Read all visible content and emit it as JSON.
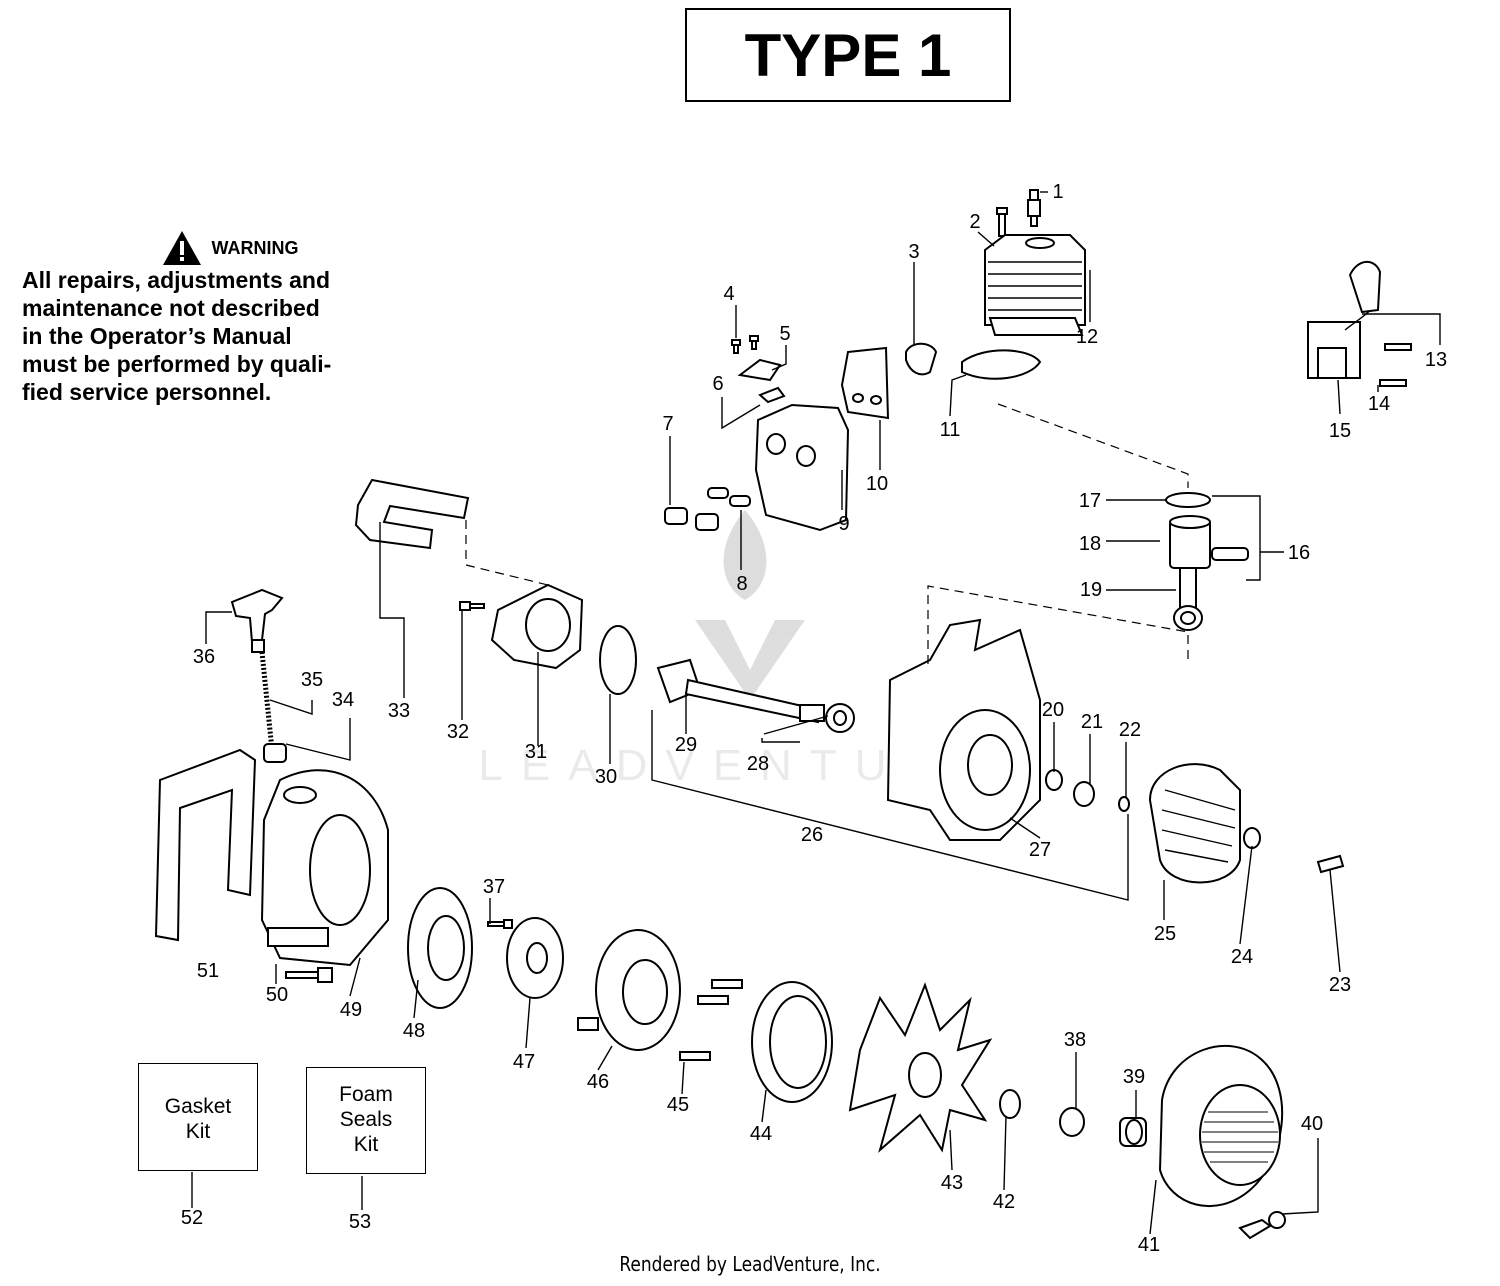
{
  "title": "TYPE 1",
  "warning": {
    "heading": "WARNING",
    "lines": [
      "All repairs, adjustments and",
      "maintenance not described",
      "in the Operator’s Manual",
      "must be performed by quali-",
      "fied  service personnel."
    ]
  },
  "callouts": [
    "1",
    "2",
    "3",
    "4",
    "5",
    "6",
    "7",
    "8",
    "9",
    "10",
    "11",
    "12",
    "13",
    "14",
    "15",
    "16",
    "17",
    "18",
    "19",
    "20",
    "21",
    "22",
    "23",
    "24",
    "25",
    "26",
    "27",
    "28",
    "29",
    "30",
    "31",
    "32",
    "33",
    "34",
    "35",
    "36",
    "37",
    "38",
    "39",
    "40",
    "41",
    "42",
    "43",
    "44",
    "45",
    "46",
    "47",
    "48",
    "49",
    "50",
    "51",
    "52",
    "53"
  ],
  "kits": [
    {
      "lines": [
        "Gasket",
        "Kit"
      ],
      "number": "52"
    },
    {
      "lines": [
        "Foam",
        "Seals",
        "Kit"
      ],
      "number": "53"
    }
  ],
  "watermark": "LEADVENTURE",
  "footer": "Rendered by LeadVenture, Inc.",
  "colors": {
    "ink": "#000000",
    "paper": "#ffffff",
    "watermark": "#e6e6e6"
  },
  "icons": [
    "warning-triangle-icon"
  ]
}
